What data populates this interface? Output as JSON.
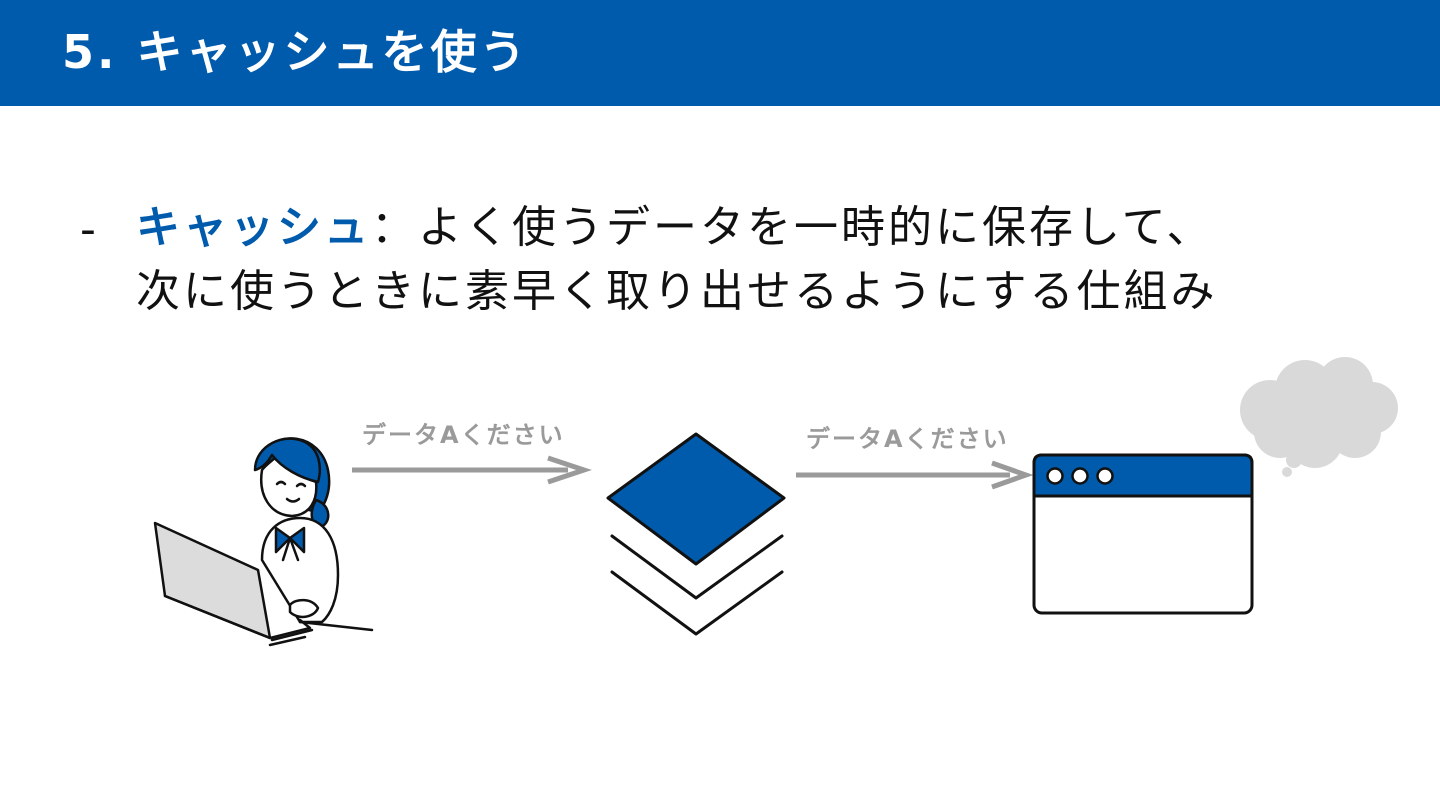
{
  "header": {
    "title": "5. キャッシュを使う"
  },
  "bullet": {
    "dash": "-",
    "term": "キャッシュ",
    "separator": "：",
    "line1_rest": "よく使うデータを一時的に保存して、",
    "line2": "次に使うときに素早く取り出せるようにする仕組み"
  },
  "diagram": {
    "arrow1_label": "データAください",
    "arrow2_label": "データAください",
    "icons": [
      "user-laptop-illustration",
      "cache-layers-icon",
      "browser-window-icon",
      "thought-cloud-icon"
    ]
  },
  "colors": {
    "brand_blue": "#005bac",
    "arrow_gray": "#9a9a9a",
    "cloud_gray": "#d9d9d9"
  }
}
